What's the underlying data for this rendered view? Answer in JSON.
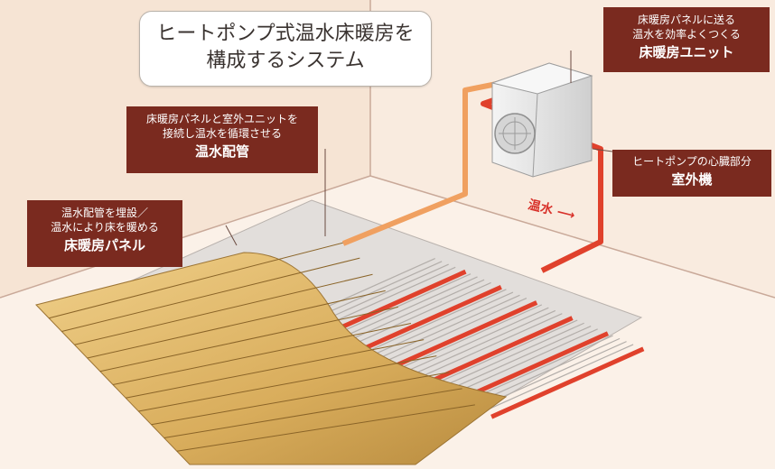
{
  "title": {
    "line1": "ヒートポンプ式温水床暖房を",
    "line2": "構成するシステム"
  },
  "labels": {
    "floor_unit": {
      "desc1": "床暖房パネルに送る",
      "desc2": "温水を効率よくつくる",
      "name": "床暖房ユニット"
    },
    "outdoor_unit": {
      "desc1": "ヒートポンプの心臓部分",
      "name": "室外機"
    },
    "hot_water_pipe": {
      "desc1": "床暖房パネルと室外ユニットを",
      "desc2": "接続し温水を循環させる",
      "name": "温水配管"
    },
    "floor_panel": {
      "desc1": "温水配管を埋設／",
      "desc2": "温水により床を暖める",
      "name": "床暖房パネル"
    }
  },
  "flow_label": "温水 ⟶",
  "colors": {
    "background": "#fbf1e8",
    "label_bg": "#7a2a1f",
    "hot_pipe": "#e0412c",
    "warm_pipe": "#f0a060",
    "wood_light": "#e6c07a",
    "wood_dark": "#b88b3e",
    "panel_gray": "#d9d5d2"
  }
}
